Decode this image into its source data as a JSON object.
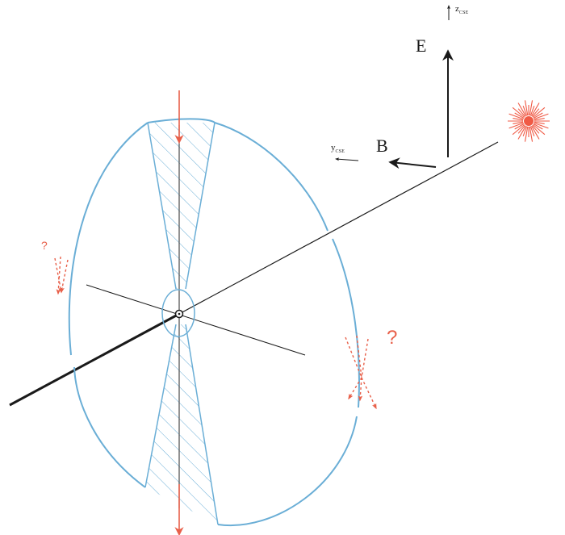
{
  "labels": {
    "e_field": "E",
    "b_field": "B",
    "z_axis": {
      "base": "z",
      "sub": "CSE"
    },
    "y_axis": {
      "base": "y",
      "sub": "CSE"
    },
    "unknown_left": "?",
    "unknown_right": "?"
  },
  "colors": {
    "ring": "#6aaed6",
    "arrow": "#e8604a",
    "ink": "#1a1a1a",
    "sun": "#f05a45"
  },
  "icons": {
    "sun": "sun-icon"
  }
}
